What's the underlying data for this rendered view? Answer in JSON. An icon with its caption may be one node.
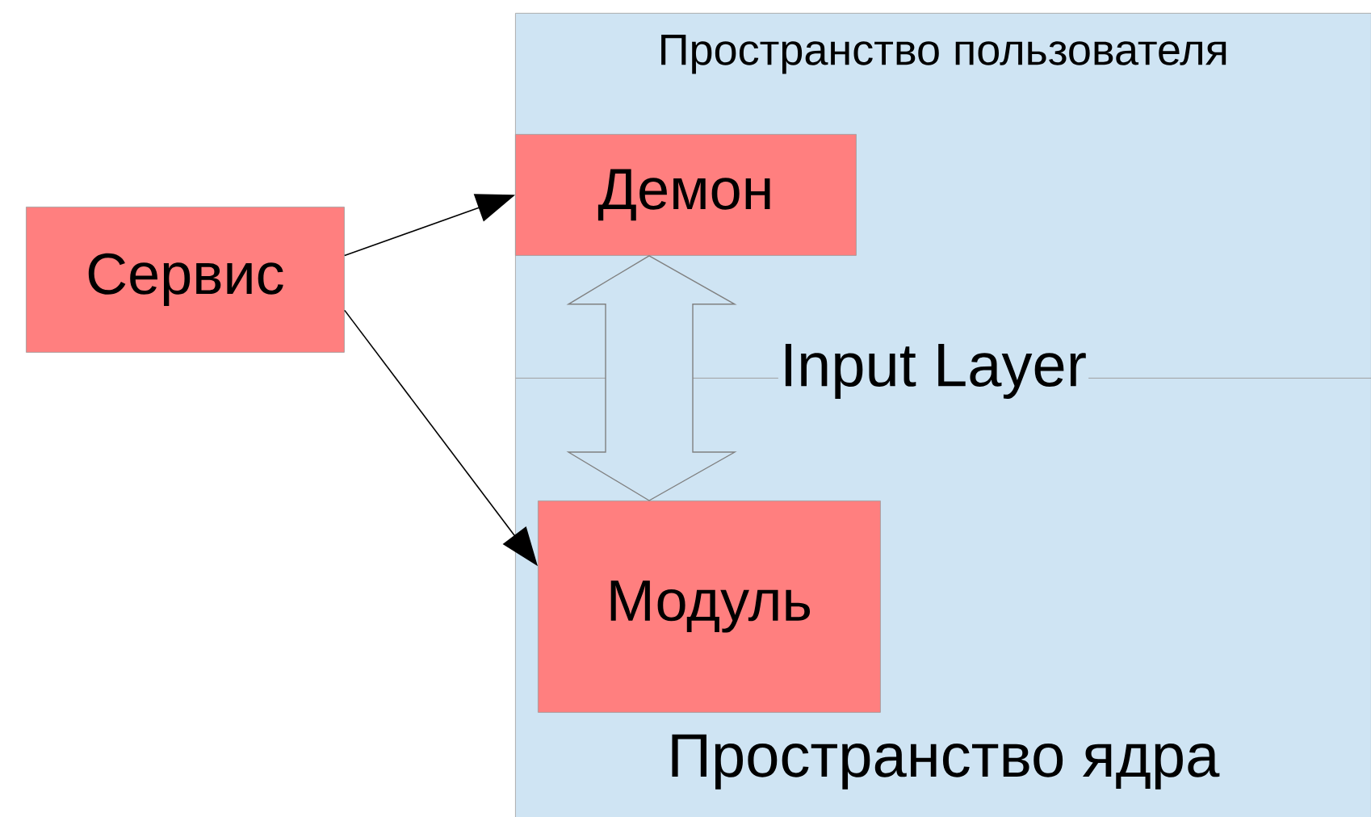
{
  "diagram": {
    "nodes": [
      {
        "text": [
          "Пространство пользователя"
        ]
      },
      {
        "text": [
          "Демон"
        ],
        "in": 0
      },
      {
        "text": [
          "Пространство ядра"
        ]
      },
      {
        "text": [
          "Модуль"
        ],
        "in": 2
      },
      {
        "text": [
          "Сервис"
        ]
      }
    ],
    "edges": [
      {
        "from": 4,
        "to": 1,
        "arrow": "to"
      },
      {
        "from": 4,
        "to": 3,
        "arrow": "to"
      },
      {
        "from": 1,
        "to": 3,
        "arrow": "both",
        "color": "#808080"
      }
    ],
    "labels": [
      "Input Layer"
    ]
  }
}
